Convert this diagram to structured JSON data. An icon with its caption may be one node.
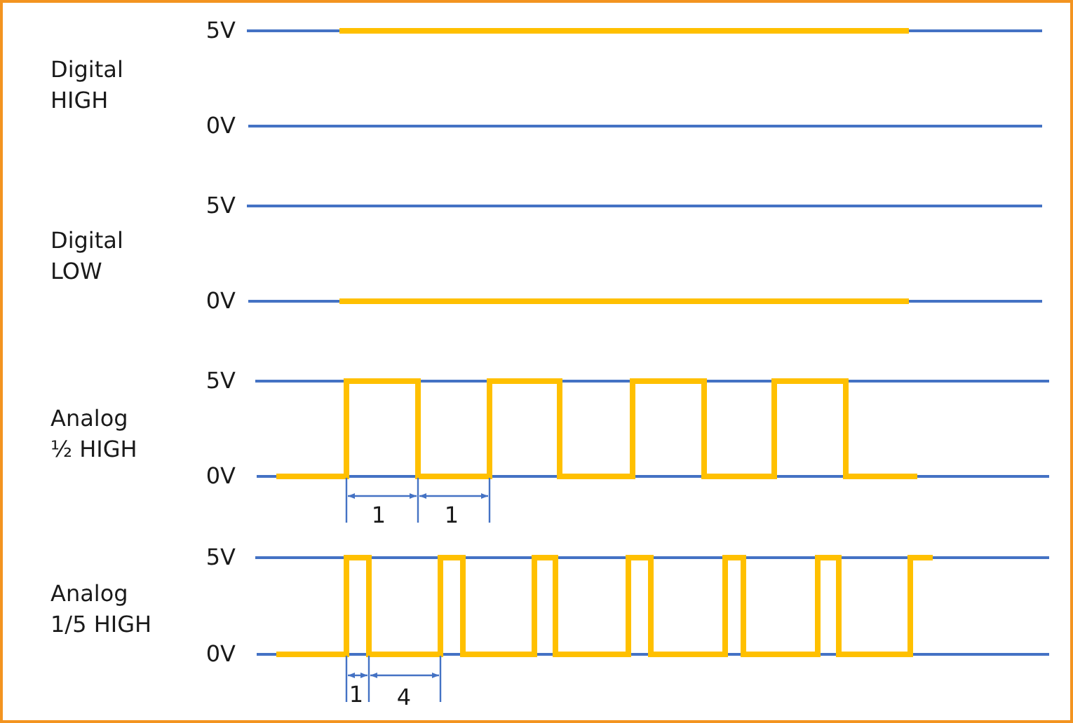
{
  "diagram": {
    "labels": [
      "5V",
      "Digital HIGH",
      "0V",
      "5V",
      "Digital LOW",
      "0V",
      "5V",
      "Analog ½ HIGH",
      "0V",
      "1",
      "1",
      "5V",
      "Analog 1/5 HIGH",
      "0V",
      "1",
      "4"
    ]
  }
}
